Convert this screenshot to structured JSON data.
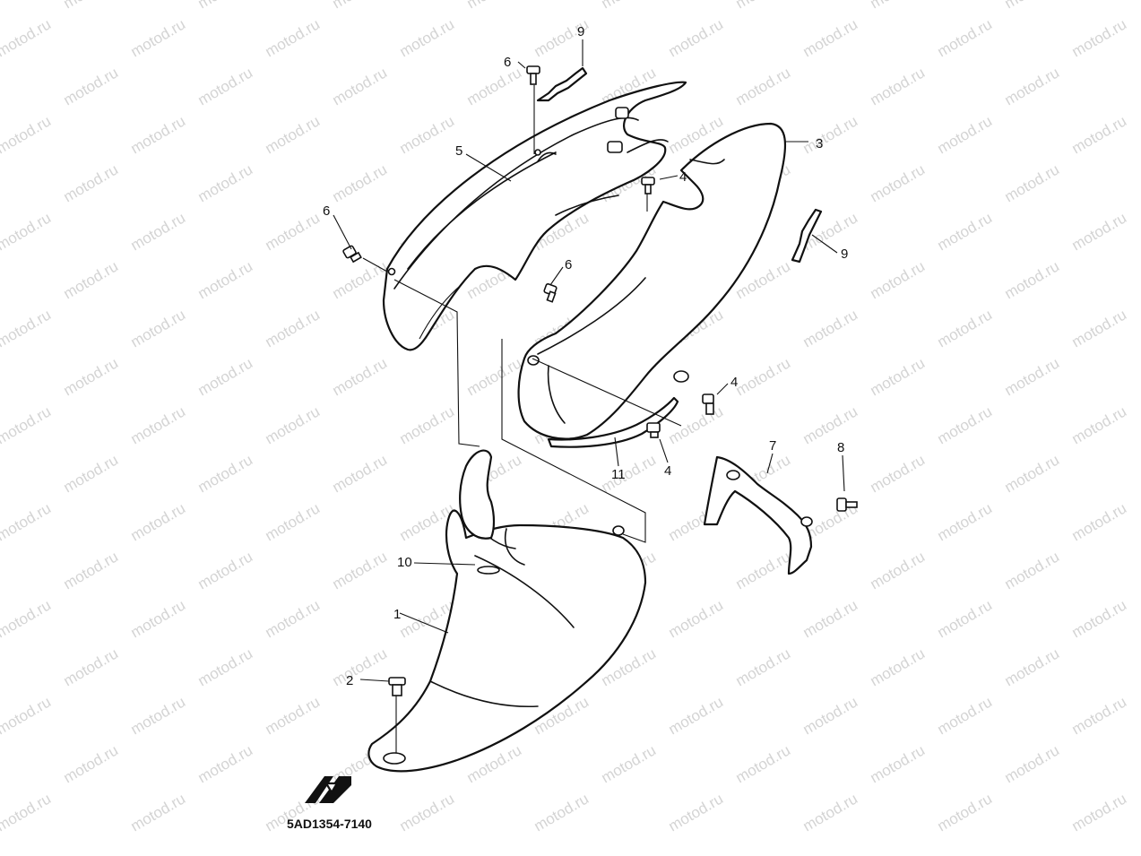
{
  "diagram": {
    "watermark_text": "motod.ru",
    "part_number": "5AD1354-7140",
    "callouts": [
      {
        "id": "c1",
        "label": "1"
      },
      {
        "id": "c2",
        "label": "2"
      },
      {
        "id": "c3",
        "label": "3"
      },
      {
        "id": "c4a",
        "label": "4"
      },
      {
        "id": "c4b",
        "label": "4"
      },
      {
        "id": "c4c",
        "label": "4"
      },
      {
        "id": "c5",
        "label": "5"
      },
      {
        "id": "c6a",
        "label": "6"
      },
      {
        "id": "c6b",
        "label": "6"
      },
      {
        "id": "c6c",
        "label": "6"
      },
      {
        "id": "c7",
        "label": "7"
      },
      {
        "id": "c8",
        "label": "8"
      },
      {
        "id": "c9a",
        "label": "9"
      },
      {
        "id": "c9b",
        "label": "9"
      },
      {
        "id": "c10",
        "label": "10"
      },
      {
        "id": "c11",
        "label": "11"
      }
    ]
  }
}
